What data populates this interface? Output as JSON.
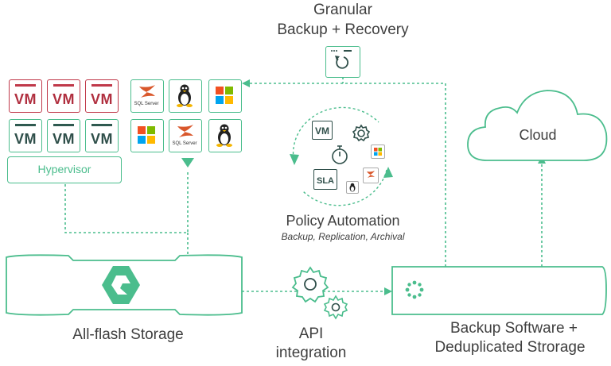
{
  "granular": {
    "line1": "Granular",
    "line2": "Backup + Recovery"
  },
  "vm_label": "VM",
  "hypervisor": "Hypervisor",
  "apps": {
    "sql_word": "SQL Server"
  },
  "policy": {
    "title": "Policy Automation",
    "subtitle": "Backup, Replication, Archival",
    "vm": "VM",
    "sla": "SLA"
  },
  "cloud": {
    "label": "Cloud"
  },
  "storage": {
    "label": "All-flash Storage"
  },
  "api": {
    "line1": "API",
    "line2": "integration"
  },
  "backup": {
    "line1": "Backup Software +",
    "line2": "Deduplicated Strorage"
  },
  "colors": {
    "green": "#4bbd8d",
    "red": "#c0394a",
    "dark": "#2f4f4a",
    "text": "#3f3f3f"
  },
  "icons": [
    "restore-icon",
    "sql-server-icon",
    "linux-tux-icon",
    "windows-icon",
    "gear-icon",
    "stopwatch-icon",
    "pure-storage-logo",
    "cluster-icon",
    "cloud-icon"
  ]
}
